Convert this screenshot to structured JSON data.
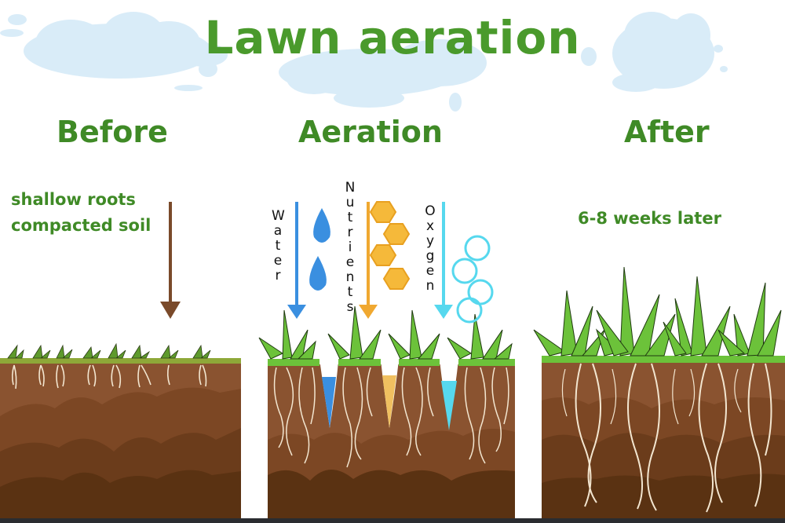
{
  "title": "Lawn aeration",
  "sections": [
    {
      "id": "before",
      "heading": "Before",
      "notes": [
        "shallow roots",
        "compacted soil"
      ]
    },
    {
      "id": "aeration",
      "heading": "Aeration",
      "inputs": [
        {
          "label": "Water",
          "color": "#3a8fe0"
        },
        {
          "label": "Nutrients",
          "color": "#f0a830"
        },
        {
          "label": "Oxygen",
          "color": "#56d8ee"
        }
      ]
    },
    {
      "id": "after",
      "heading": "After",
      "notes": [
        "6-8 weeks later"
      ]
    }
  ],
  "colors": {
    "title_green": "#4a9a2c",
    "text_green": "#3f8a26",
    "cloud": "#d9ecf8",
    "grass": "#6cc23a",
    "soil_top": "#8a5330",
    "soil_mid": "#74421f",
    "soil_deep": "#5a3212",
    "root": "#f3e6d0"
  }
}
